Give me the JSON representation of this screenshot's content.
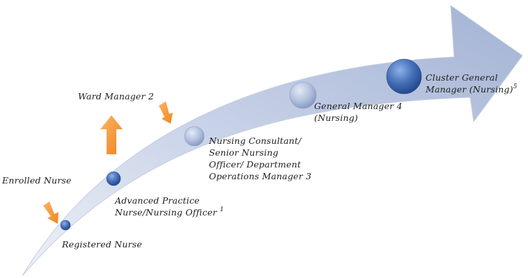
{
  "nodes": [
    {
      "id": "registered-nurse",
      "lines": [
        "Registered Nurse"
      ],
      "sup": ""
    },
    {
      "id": "enrolled-nurse",
      "lines": [
        "Enrolled Nurse"
      ],
      "sup": ""
    },
    {
      "id": "advanced-practice-nurse",
      "lines": [
        "Advanced Practice",
        "Nurse/Nursing Officer"
      ],
      "sup": "1"
    },
    {
      "id": "ward-manager",
      "lines": [
        "Ward Manager"
      ],
      "sup": "2"
    },
    {
      "id": "nursing-consultant",
      "lines": [
        "Nursing Consultant/",
        "Senior Nursing",
        "Officer/ Department",
        "Operations Manager"
      ],
      "sup": "3"
    },
    {
      "id": "general-manager",
      "lines": [
        "General Manager",
        "(Nursing)"
      ],
      "sup": "4"
    },
    {
      "id": "cluster-general-manager",
      "lines": [
        "Cluster General",
        "Manager (Nursing)"
      ],
      "sup": "5"
    }
  ],
  "colors": {
    "arrow_light": "#e6ebf4",
    "arrow_mid": "#b7c4de",
    "arrow_dark": "#9aaacd",
    "circle_dark": "#3a63a8",
    "circle_light": "#a9b8d8",
    "orange_arrow": "#f59a3a"
  },
  "icons": [
    "curved-progression-arrow",
    "up-arrow-icon",
    "down-right-arrow-icon"
  ]
}
